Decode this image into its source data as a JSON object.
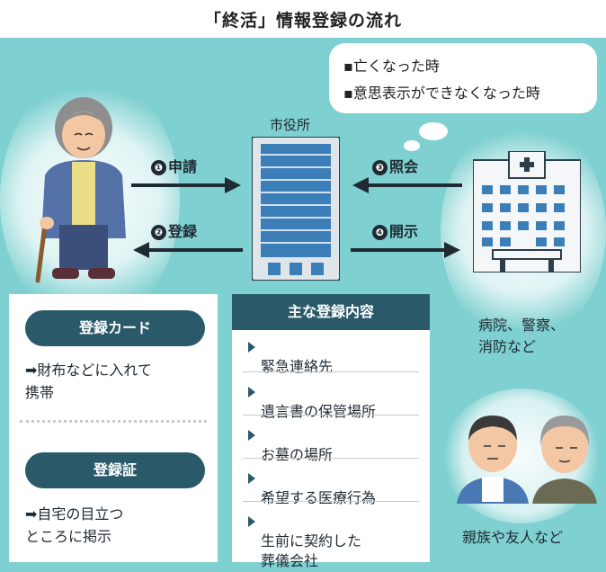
{
  "title": "「終活」情報登録の流れ",
  "bubble": {
    "items": [
      "▪亡くなった時",
      "▪意思表示ができなくなった時"
    ]
  },
  "city_hall_label": "市役所",
  "arrows": {
    "apply": {
      "num": "❶",
      "text": "申請"
    },
    "register": {
      "num": "❷",
      "text": "登録"
    },
    "inquire": {
      "num": "❸",
      "text": "照会"
    },
    "disclose": {
      "num": "❹",
      "text": "開示"
    }
  },
  "hospital_label": "病院、警察、\n消防など",
  "family_label": "親族や友人など",
  "registration_card": {
    "title": "登録カード",
    "text": "➡財布などに入れて\n携帯"
  },
  "registration_certificate": {
    "title": "登録証",
    "text": "➡自宅の目立つ\nところに掲示"
  },
  "contents": {
    "heading": "主な登録内容",
    "items": [
      "緊急連絡先",
      "遺言書の保管場所",
      "お墓の場所",
      "希望する医療行為",
      "生前に契約した\n葬儀会社"
    ]
  },
  "colors": {
    "panel": "#7fd0d1",
    "navy": "#2a5a6a",
    "arrow": "#1f2a33"
  }
}
